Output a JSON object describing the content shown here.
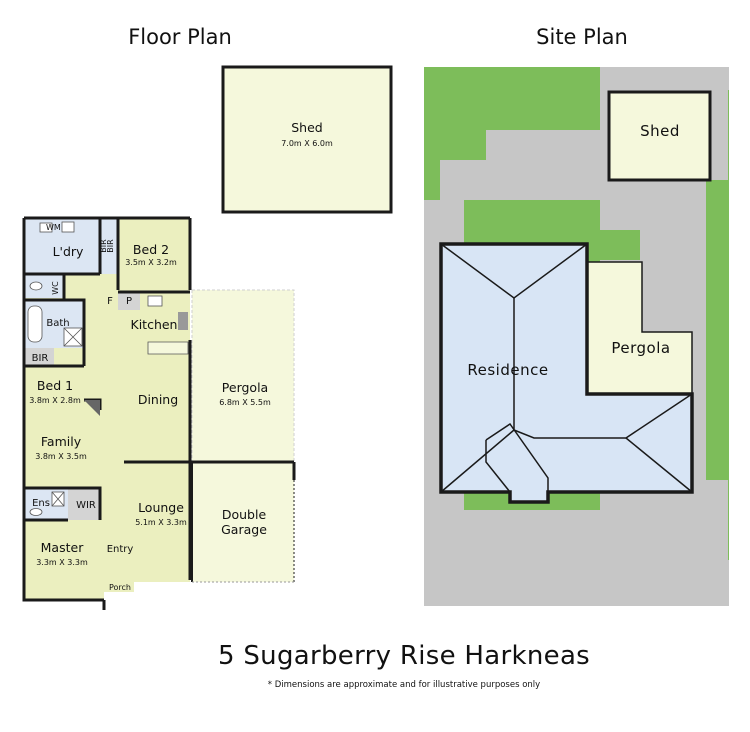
{
  "headings": {
    "floor_plan": "Floor Plan",
    "site_plan": "Site Plan"
  },
  "floor": {
    "shed": {
      "name": "Shed",
      "dims": "7.0m X 6.0m"
    },
    "laundry": "L'dry",
    "wm": "WM",
    "bir": "BIR",
    "bir_side": "BIR",
    "bir2": "BIR",
    "wc": "WC",
    "bed2": {
      "name": "Bed 2",
      "dims": "3.5m X 3.2m"
    },
    "f": "F",
    "p": "P",
    "kitchen": "Kitchen",
    "bath": "Bath",
    "bed1": {
      "name": "Bed 1",
      "dims": "3.8m X 2.8m"
    },
    "dining": "Dining",
    "pergola": {
      "name": "Pergola",
      "dims": "6.8m X 5.5m"
    },
    "family": {
      "name": "Family",
      "dims": "3.8m X 3.5m"
    },
    "ens": "Ens",
    "wir": "WIR",
    "lounge": {
      "name": "Lounge",
      "dims": "5.1m X 3.3m"
    },
    "garage": {
      "line1": "Double",
      "line2": "Garage"
    },
    "master": {
      "name": "Master",
      "dims": "3.3m X 3.3m"
    },
    "entry": "Entry",
    "porch": "Porch"
  },
  "site": {
    "shed": "Shed",
    "residence": "Residence",
    "pergola": "Pergola"
  },
  "address": "5 Sugarberry Rise Harkneas",
  "disclaimer": "* Dimensions are approximate and for illustrative purposes only",
  "colors": {
    "room_fill": "#f5f8dc",
    "floor_fill": "#ebefbf",
    "wet_fill": "#dce6f3",
    "grass": "#7dbd5a",
    "road": "#c6c6c6",
    "roof": "#d8e5f5",
    "wall": "#1a1a1a"
  }
}
